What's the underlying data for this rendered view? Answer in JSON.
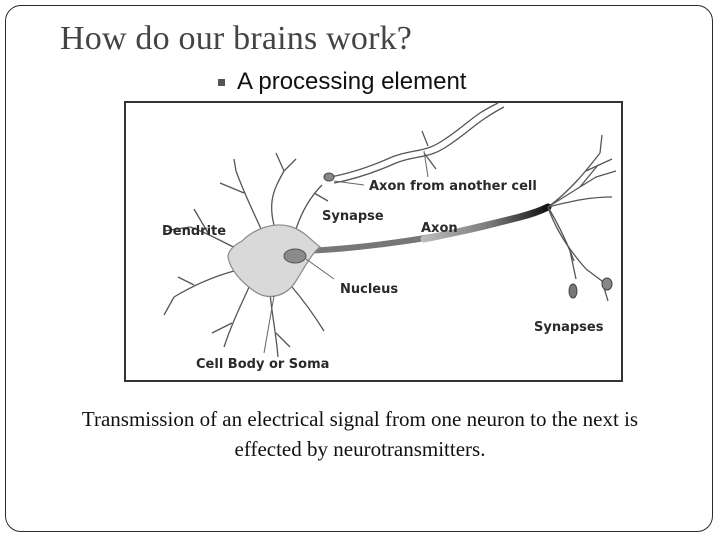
{
  "slide": {
    "title": "How do our brains work?",
    "bullet": "A processing element",
    "caption_line1": "Transmission of an electrical signal from one neuron to the next is",
    "caption_line2": "effected by neurotransmitters."
  },
  "diagram": {
    "labels": {
      "axon_from_another_cell": "Axon from another cell",
      "synapse": "Synapse",
      "axon": "Axon",
      "dendrite": "Dendrite",
      "nucleus": "Nucleus",
      "synapses": "Synapses",
      "cell_body": "Cell Body or Soma"
    }
  },
  "colors": {
    "title": "#444444",
    "frame": "#2b2b2b",
    "soma_fill": "#d9d9d9",
    "line": "#555555",
    "axon_dark": "#1a1a1a"
  }
}
